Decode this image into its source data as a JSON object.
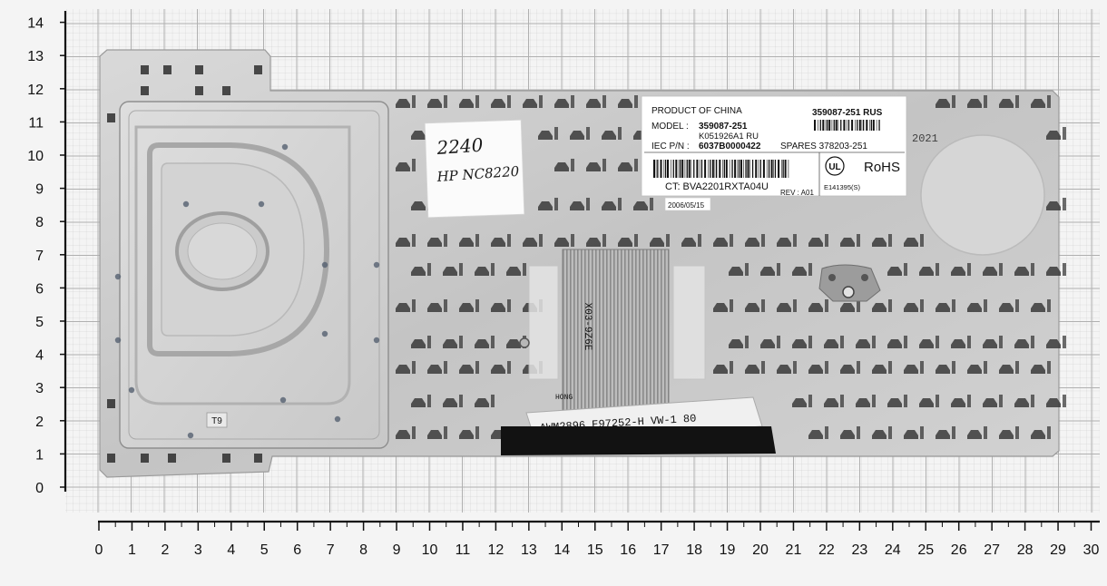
{
  "ruler": {
    "y_labels": [
      "0",
      "1",
      "2",
      "3",
      "4",
      "5",
      "6",
      "7",
      "8",
      "9",
      "10",
      "11",
      "12",
      "13",
      "14"
    ],
    "x_labels": [
      "0",
      "1",
      "2",
      "3",
      "4",
      "5",
      "6",
      "7",
      "8",
      "9",
      "10",
      "11",
      "12",
      "13",
      "14",
      "15",
      "16",
      "17",
      "18",
      "19",
      "20",
      "21",
      "22",
      "23",
      "24",
      "25",
      "26",
      "27",
      "28",
      "29",
      "30"
    ]
  },
  "note": {
    "line1": "2240",
    "line2": "HP NC8220"
  },
  "label": {
    "product": "PRODUCT OF CHINA",
    "part_top": "359087-251  RUS",
    "model_key": "MODEL :",
    "model_val": "359087-251",
    "model_sub": "K051926A1 RU",
    "iec_key": "IEC P/N :",
    "iec_val": "6037B0000422",
    "spares": "SPARES  378203-251",
    "ct": "CT:  BVA2201RXTA04U",
    "rev": "REV : A01",
    "cert_mark": "UL",
    "rohs": "RoHS",
    "cert_no": "E141395(S)",
    "date": "2006/05/15"
  },
  "cable": {
    "text": "AWM2896  E97252-H  VW-1  80",
    "side_text": "X03-9Z6E",
    "side_text2": "HONG"
  },
  "sticker": "T9",
  "stamp": "2021"
}
